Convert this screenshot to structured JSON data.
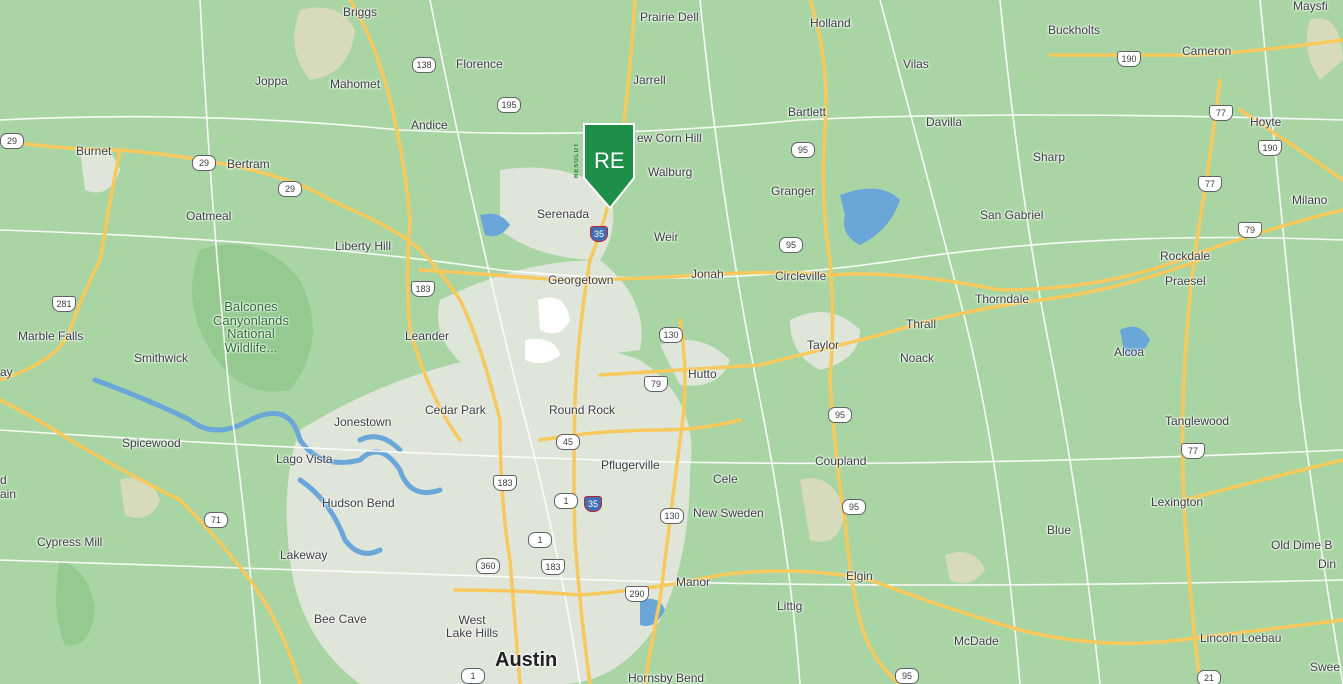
{
  "map": {
    "places": [
      {
        "id": "briggs",
        "name": "Briggs"
      },
      {
        "id": "prairie-dell",
        "name": "Prairie Dell"
      },
      {
        "id": "holland",
        "name": "Holland"
      },
      {
        "id": "buckholts",
        "name": "Buckholts"
      },
      {
        "id": "cameron",
        "name": "Cameron"
      },
      {
        "id": "maysfield",
        "name": "Maysfi"
      },
      {
        "id": "joppa",
        "name": "Joppa"
      },
      {
        "id": "mahomet",
        "name": "Mahomet"
      },
      {
        "id": "florence",
        "name": "Florence"
      },
      {
        "id": "jarrell",
        "name": "Jarrell"
      },
      {
        "id": "vilas",
        "name": "Vilas"
      },
      {
        "id": "andice",
        "name": "Andice"
      },
      {
        "id": "new-corn-hill",
        "name": "ew Corn Hill"
      },
      {
        "id": "bartlett",
        "name": "Bartlett"
      },
      {
        "id": "davilla",
        "name": "Davilla"
      },
      {
        "id": "hoyte",
        "name": "Hoyte"
      },
      {
        "id": "burnet",
        "name": "Burnet"
      },
      {
        "id": "bertram",
        "name": "Bertram"
      },
      {
        "id": "walburg",
        "name": "Walburg"
      },
      {
        "id": "sharp",
        "name": "Sharp"
      },
      {
        "id": "granger",
        "name": "Granger"
      },
      {
        "id": "milano",
        "name": "Milano"
      },
      {
        "id": "oatmeal",
        "name": "Oatmeal"
      },
      {
        "id": "serenada",
        "name": "Serenada"
      },
      {
        "id": "san-gabriel",
        "name": "San Gabriel"
      },
      {
        "id": "weir",
        "name": "Weir"
      },
      {
        "id": "liberty-hill",
        "name": "Liberty Hill"
      },
      {
        "id": "rockdale",
        "name": "Rockdale"
      },
      {
        "id": "georgetown",
        "name": "Georgetown"
      },
      {
        "id": "jonah",
        "name": "Jonah"
      },
      {
        "id": "circleville",
        "name": "Circleville"
      },
      {
        "id": "praesel",
        "name": "Praesel"
      },
      {
        "id": "thorndale",
        "name": "Thorndale"
      },
      {
        "id": "marble-falls",
        "name": "Marble Falls"
      },
      {
        "id": "leander",
        "name": "Leander"
      },
      {
        "id": "thrall",
        "name": "Thrall"
      },
      {
        "id": "taylor",
        "name": "Taylor"
      },
      {
        "id": "alcoa",
        "name": "Alcoa"
      },
      {
        "id": "smithwick",
        "name": "Smithwick"
      },
      {
        "id": "noack",
        "name": "Noack"
      },
      {
        "id": "hutto",
        "name": "Hutto"
      },
      {
        "id": "cedar-park",
        "name": "Cedar Park"
      },
      {
        "id": "round-rock",
        "name": "Round Rock"
      },
      {
        "id": "jonestown",
        "name": "Jonestown"
      },
      {
        "id": "tanglewood",
        "name": "Tanglewood"
      },
      {
        "id": "spicewood",
        "name": "Spicewood"
      },
      {
        "id": "lago-vista",
        "name": "Lago Vista"
      },
      {
        "id": "pflugerville",
        "name": "Pflugerville"
      },
      {
        "id": "coupland",
        "name": "Coupland"
      },
      {
        "id": "cele",
        "name": "Cele"
      },
      {
        "id": "hudson-bend",
        "name": "Hudson Bend"
      },
      {
        "id": "lexington",
        "name": "Lexington"
      },
      {
        "id": "new-sweden",
        "name": "New Sweden"
      },
      {
        "id": "blue",
        "name": "Blue"
      },
      {
        "id": "cypress-mill",
        "name": "Cypress Mill"
      },
      {
        "id": "old-dime-box",
        "name": "Old Dime B"
      },
      {
        "id": "lakeway",
        "name": "Lakeway"
      },
      {
        "id": "din",
        "name": "Din"
      },
      {
        "id": "elgin",
        "name": "Elgin"
      },
      {
        "id": "manor",
        "name": "Manor"
      },
      {
        "id": "littig",
        "name": "Littig"
      },
      {
        "id": "bee-cave",
        "name": "Bee Cave"
      },
      {
        "id": "west-lake-hills",
        "name": "West\nLake Hills"
      },
      {
        "id": "mcdade",
        "name": "McDade"
      },
      {
        "id": "lincoln-loebau",
        "name": "Lincoln Loebau"
      },
      {
        "id": "austin",
        "name": "Austin"
      },
      {
        "id": "hornsby-bend",
        "name": "Hornsby Bend"
      },
      {
        "id": "swee",
        "name": "Swee"
      },
      {
        "id": "left-ay",
        "name": "ay"
      },
      {
        "id": "left-d",
        "name": "d"
      },
      {
        "id": "left-ain",
        "name": "ain"
      }
    ],
    "parks": [
      {
        "id": "balcones",
        "name": "Balcones\nCanyonlands\nNational\nWildlife..."
      }
    ],
    "shields": [
      {
        "id": "r138",
        "num": "138",
        "kind": "state"
      },
      {
        "id": "r195",
        "num": "195",
        "kind": "state"
      },
      {
        "id": "r29a",
        "num": "29",
        "kind": "state"
      },
      {
        "id": "r29b",
        "num": "29",
        "kind": "state"
      },
      {
        "id": "r29c",
        "num": "29",
        "kind": "state"
      },
      {
        "id": "r95a",
        "num": "95",
        "kind": "state"
      },
      {
        "id": "r95b",
        "num": "95",
        "kind": "state"
      },
      {
        "id": "r95c",
        "num": "95",
        "kind": "state"
      },
      {
        "id": "r95d",
        "num": "95",
        "kind": "state"
      },
      {
        "id": "r95e",
        "num": "95",
        "kind": "state"
      },
      {
        "id": "r190a",
        "num": "190",
        "kind": "us"
      },
      {
        "id": "r190b",
        "num": "190",
        "kind": "us"
      },
      {
        "id": "r77a",
        "num": "77",
        "kind": "us"
      },
      {
        "id": "r77b",
        "num": "77",
        "kind": "us"
      },
      {
        "id": "r77c",
        "num": "77",
        "kind": "us"
      },
      {
        "id": "r79a",
        "num": "79",
        "kind": "us"
      },
      {
        "id": "r79b",
        "num": "79",
        "kind": "us"
      },
      {
        "id": "r183a",
        "num": "183",
        "kind": "us"
      },
      {
        "id": "r183b",
        "num": "183",
        "kind": "us"
      },
      {
        "id": "r183c",
        "num": "183",
        "kind": "us"
      },
      {
        "id": "r281",
        "num": "281",
        "kind": "us"
      },
      {
        "id": "r130a",
        "num": "130",
        "kind": "state"
      },
      {
        "id": "r130b",
        "num": "130",
        "kind": "state"
      },
      {
        "id": "r45",
        "num": "45",
        "kind": "state"
      },
      {
        "id": "r1a",
        "num": "1",
        "kind": "state"
      },
      {
        "id": "r1b",
        "num": "1",
        "kind": "state"
      },
      {
        "id": "r1c",
        "num": "1",
        "kind": "state"
      },
      {
        "id": "r71",
        "num": "71",
        "kind": "state"
      },
      {
        "id": "r360",
        "num": "360",
        "kind": "state"
      },
      {
        "id": "r290",
        "num": "290",
        "kind": "us"
      },
      {
        "id": "r21",
        "num": "21",
        "kind": "state"
      },
      {
        "id": "i35a",
        "num": "35",
        "kind": "i"
      },
      {
        "id": "i35b",
        "num": "35",
        "kind": "i"
      }
    ],
    "marker": {
      "brand_side": "RESOLUT",
      "mark": "RE",
      "color": "#1e8f4a"
    },
    "colors": {
      "land": "#a9d5a4",
      "urban": "#e4e7df",
      "water": "#6aa7d8",
      "highway": "#f7c95c",
      "road": "#ffffff"
    }
  }
}
